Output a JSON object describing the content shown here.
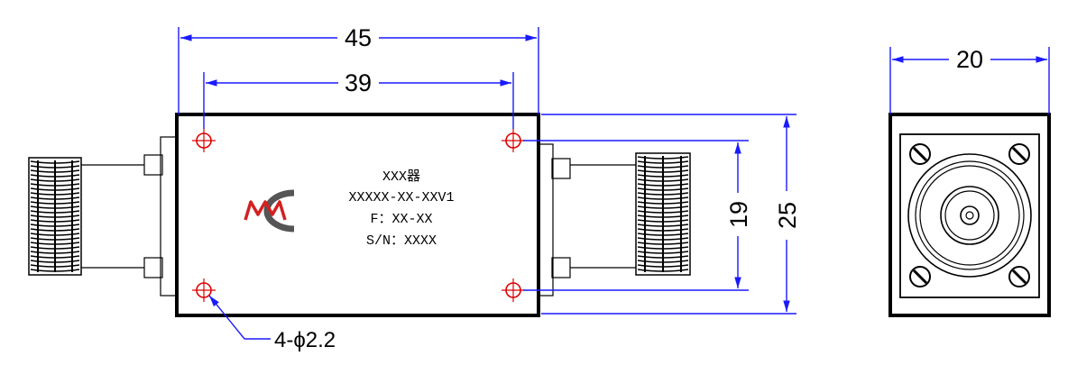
{
  "front_view": {
    "dim_overall_length": "45",
    "dim_hole_spacing_length": "39",
    "dim_hole_spacing_height": "19",
    "dim_overall_height": "25",
    "hole_callout": "4-ϕ2.2"
  },
  "label": {
    "line1": "XXX器",
    "line2": "XXXXX-XX-XXV1",
    "line3": "F：XX-XX",
    "line4": "S/N：XXXX"
  },
  "logo": {
    "text": "MW",
    "color_ring": "#555555",
    "color_letters": "#d42020"
  },
  "side_view": {
    "dim_width": "20"
  },
  "colors": {
    "dimension": "#1a1aff",
    "outline": "#000000"
  }
}
